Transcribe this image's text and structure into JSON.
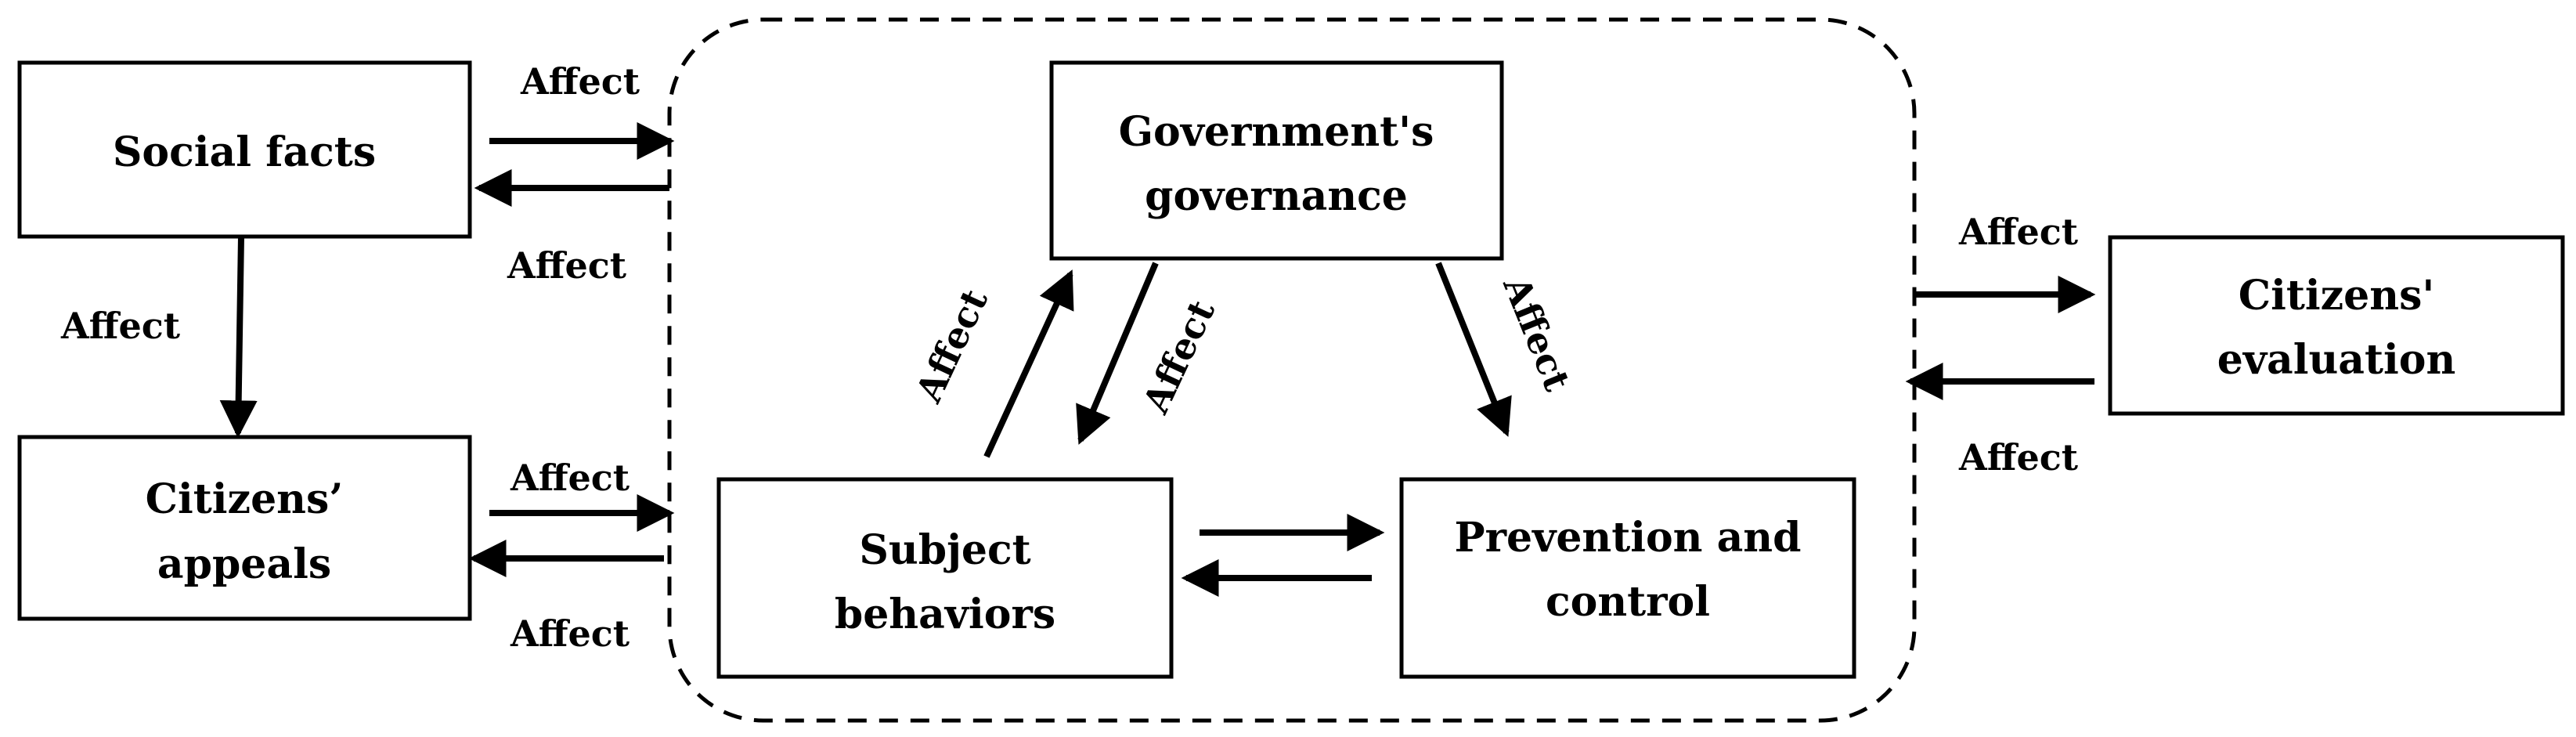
{
  "nodes": {
    "social_facts": [
      "Social facts"
    ],
    "citizens_appeals": [
      "Citizens’",
      "appeals"
    ],
    "government_governance": [
      "Government's",
      "governance"
    ],
    "subject_behaviors": [
      "Subject",
      "behaviors"
    ],
    "prevention_control": [
      "Prevention and",
      "control"
    ],
    "citizens_evaluation": [
      "Citizens'",
      "evaluation"
    ]
  },
  "edge_label": "Affect"
}
